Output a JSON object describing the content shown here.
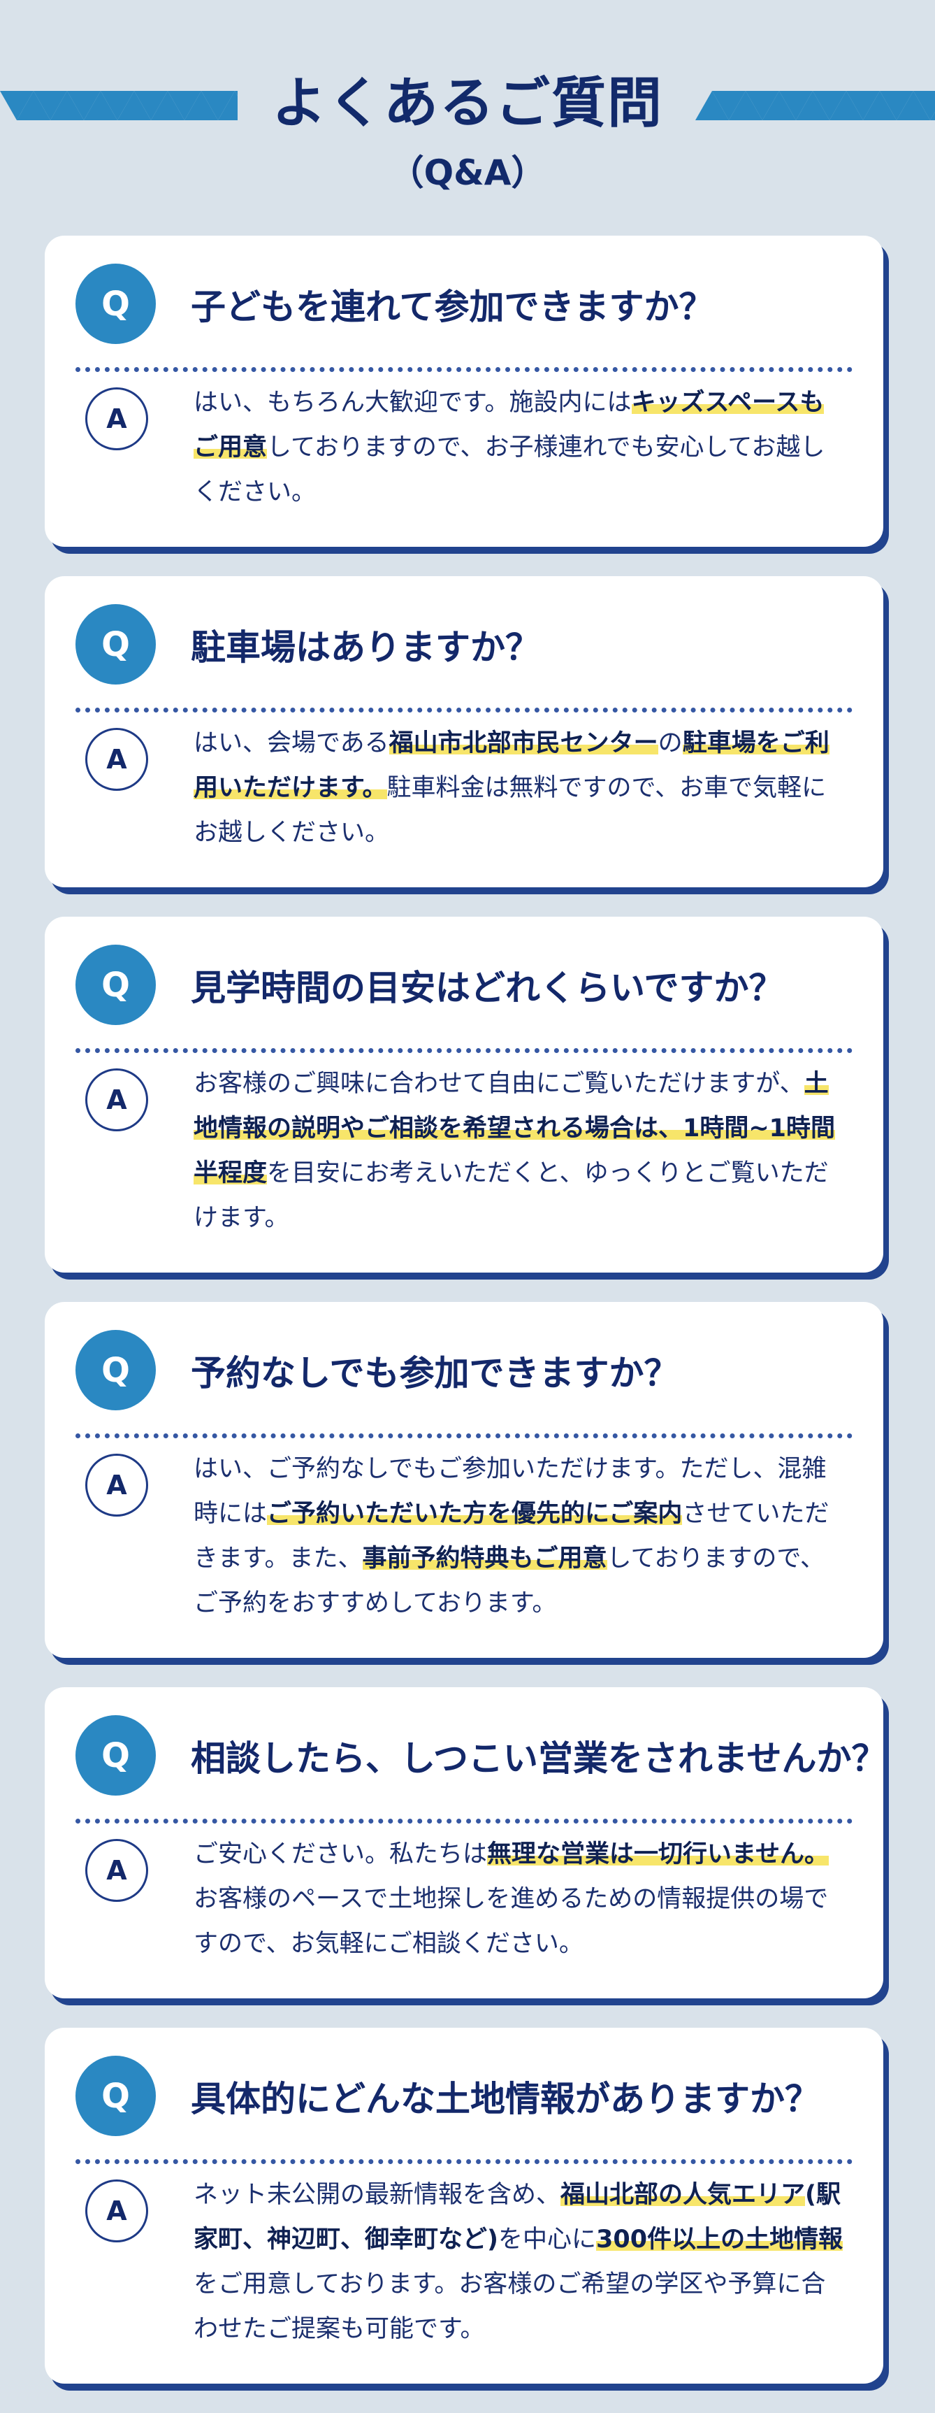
{
  "header": {
    "title": "よくあるご質問",
    "subtitle": "（Q&A）"
  },
  "colors": {
    "background": "#d9e2ea",
    "accent_blue": "#2a88c2",
    "navy": "#13286a",
    "shadow": "#21438e",
    "highlight": "#f7e56a"
  },
  "q_label": "Q",
  "a_label": "A",
  "faqs": [
    {
      "question": "子どもを連れて参加できますか？",
      "answer": [
        {
          "text": "はい、もちろん大歓迎です。施設内には",
          "hl": false
        },
        {
          "text": "キッズスペースもご用意",
          "hl": true
        },
        {
          "text": "しておりますので、お子様連れでも安心してお越しください。",
          "hl": false
        }
      ]
    },
    {
      "question": "駐車場はありますか？",
      "answer": [
        {
          "text": "はい、会場である",
          "hl": false
        },
        {
          "text": "福山市北部市民センター",
          "hl": true
        },
        {
          "text": "の",
          "hl": false
        },
        {
          "text": "駐車場をご利用いただけます。",
          "hl": true
        },
        {
          "text": "駐車料金は無料ですので、お車で気軽にお越しください。",
          "hl": false
        }
      ]
    },
    {
      "question": "見学時間の目安はどれくらいですか？",
      "answer": [
        {
          "text": "お客様のご興味に合わせて自由にご覧いただけますが、",
          "hl": false
        },
        {
          "text": "土地情報の説明やご相談を希望される場合は、1時間~1時間半程度",
          "hl": true
        },
        {
          "text": "を目安にお考えいただくと、ゆっくりとご覧いただけます。",
          "hl": false
        }
      ]
    },
    {
      "question": "予約なしでも参加できますか？",
      "answer": [
        {
          "text": "はい、ご予約なしでもご参加いただけます。ただし、混雑時には",
          "hl": false
        },
        {
          "text": "ご予約いただいた方を優先的にご案内",
          "hl": true
        },
        {
          "text": "させていただきます。また、",
          "hl": false
        },
        {
          "text": "事前予約特典もご用意",
          "hl": true
        },
        {
          "text": "しておりますので、ご予約をおすすめしております。",
          "hl": false
        }
      ]
    },
    {
      "question": "相談したら、しつこい営業をされませんか？",
      "answer": [
        {
          "text": "ご安心ください。私たちは",
          "hl": false
        },
        {
          "text": "無理な営業は一切行いません。",
          "hl": true
        },
        {
          "text": "お客様のペースで土地探しを進めるための情報提供の場ですので、お気軽にご相談ください。",
          "hl": false
        }
      ]
    },
    {
      "question": "具体的にどんな土地情報がありますか？",
      "answer": [
        {
          "text": "ネット未公開の最新情報を含め、",
          "hl": false
        },
        {
          "text": "福山北部の人気エリア",
          "hl": true
        },
        {
          "text": "(駅家町、神辺町、御幸町など)",
          "hl": "bold"
        },
        {
          "text": "を中心に",
          "hl": false
        },
        {
          "text": "300件以上の土地情報",
          "hl": true
        },
        {
          "text": "をご用意しております。お客様のご希望の学区や予算に合わせたご提案も可能です。",
          "hl": false
        }
      ]
    }
  ]
}
